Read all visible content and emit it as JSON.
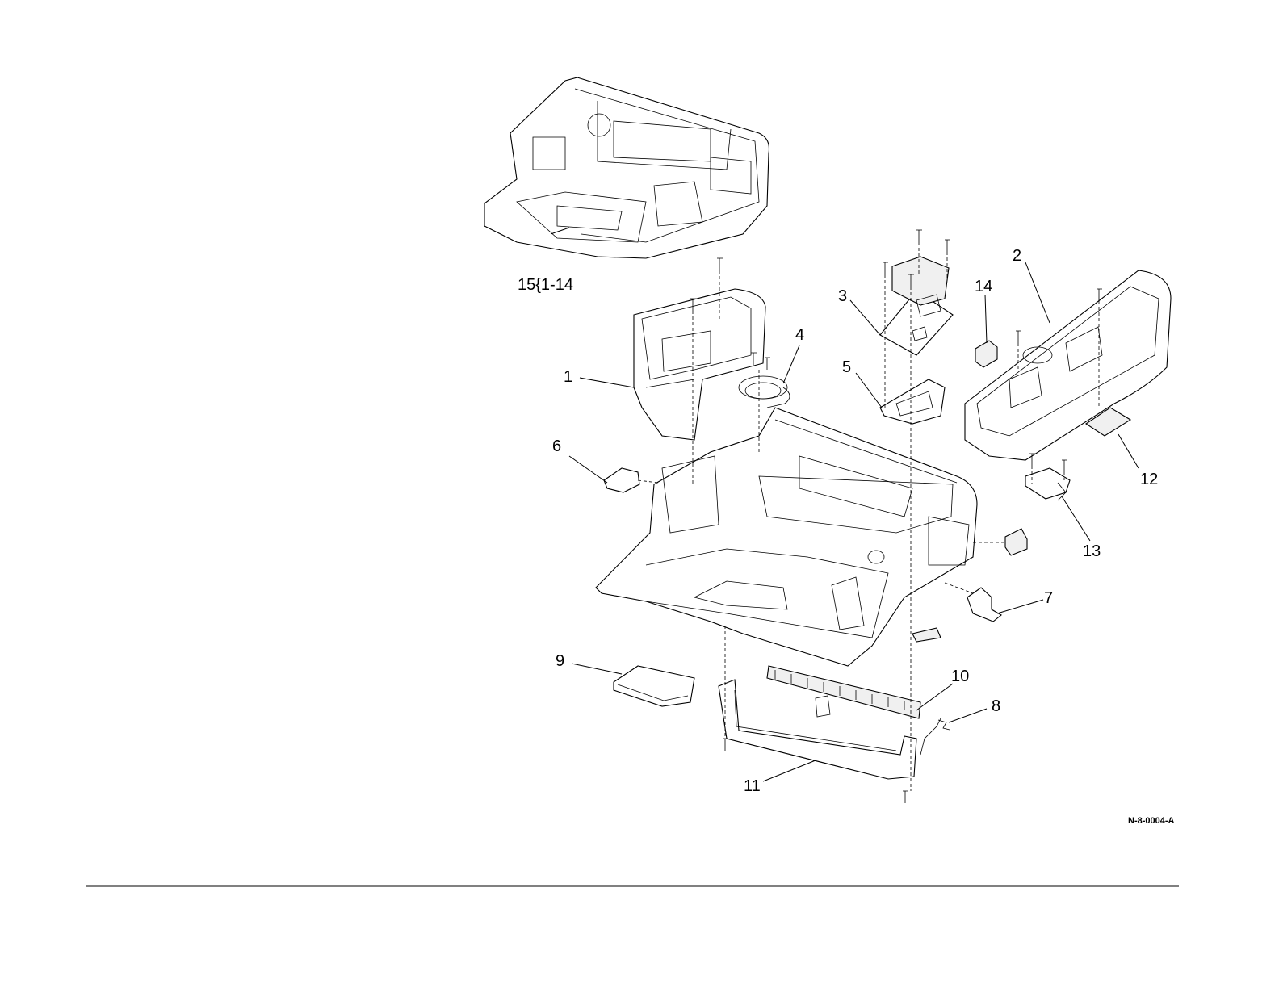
{
  "diagram": {
    "callouts": [
      {
        "id": "15",
        "text": "15{1-14"
      },
      {
        "id": "1",
        "text": "1"
      },
      {
        "id": "2",
        "text": "2"
      },
      {
        "id": "3",
        "text": "3"
      },
      {
        "id": "4",
        "text": "4"
      },
      {
        "id": "5",
        "text": "5"
      },
      {
        "id": "6",
        "text": "6"
      },
      {
        "id": "7",
        "text": "7"
      },
      {
        "id": "8",
        "text": "8"
      },
      {
        "id": "9",
        "text": "9"
      },
      {
        "id": "10",
        "text": "10"
      },
      {
        "id": "11",
        "text": "11"
      },
      {
        "id": "12",
        "text": "12"
      },
      {
        "id": "13",
        "text": "13"
      },
      {
        "id": "14",
        "text": "14"
      }
    ],
    "figure_code": "N-8-0004-A"
  }
}
